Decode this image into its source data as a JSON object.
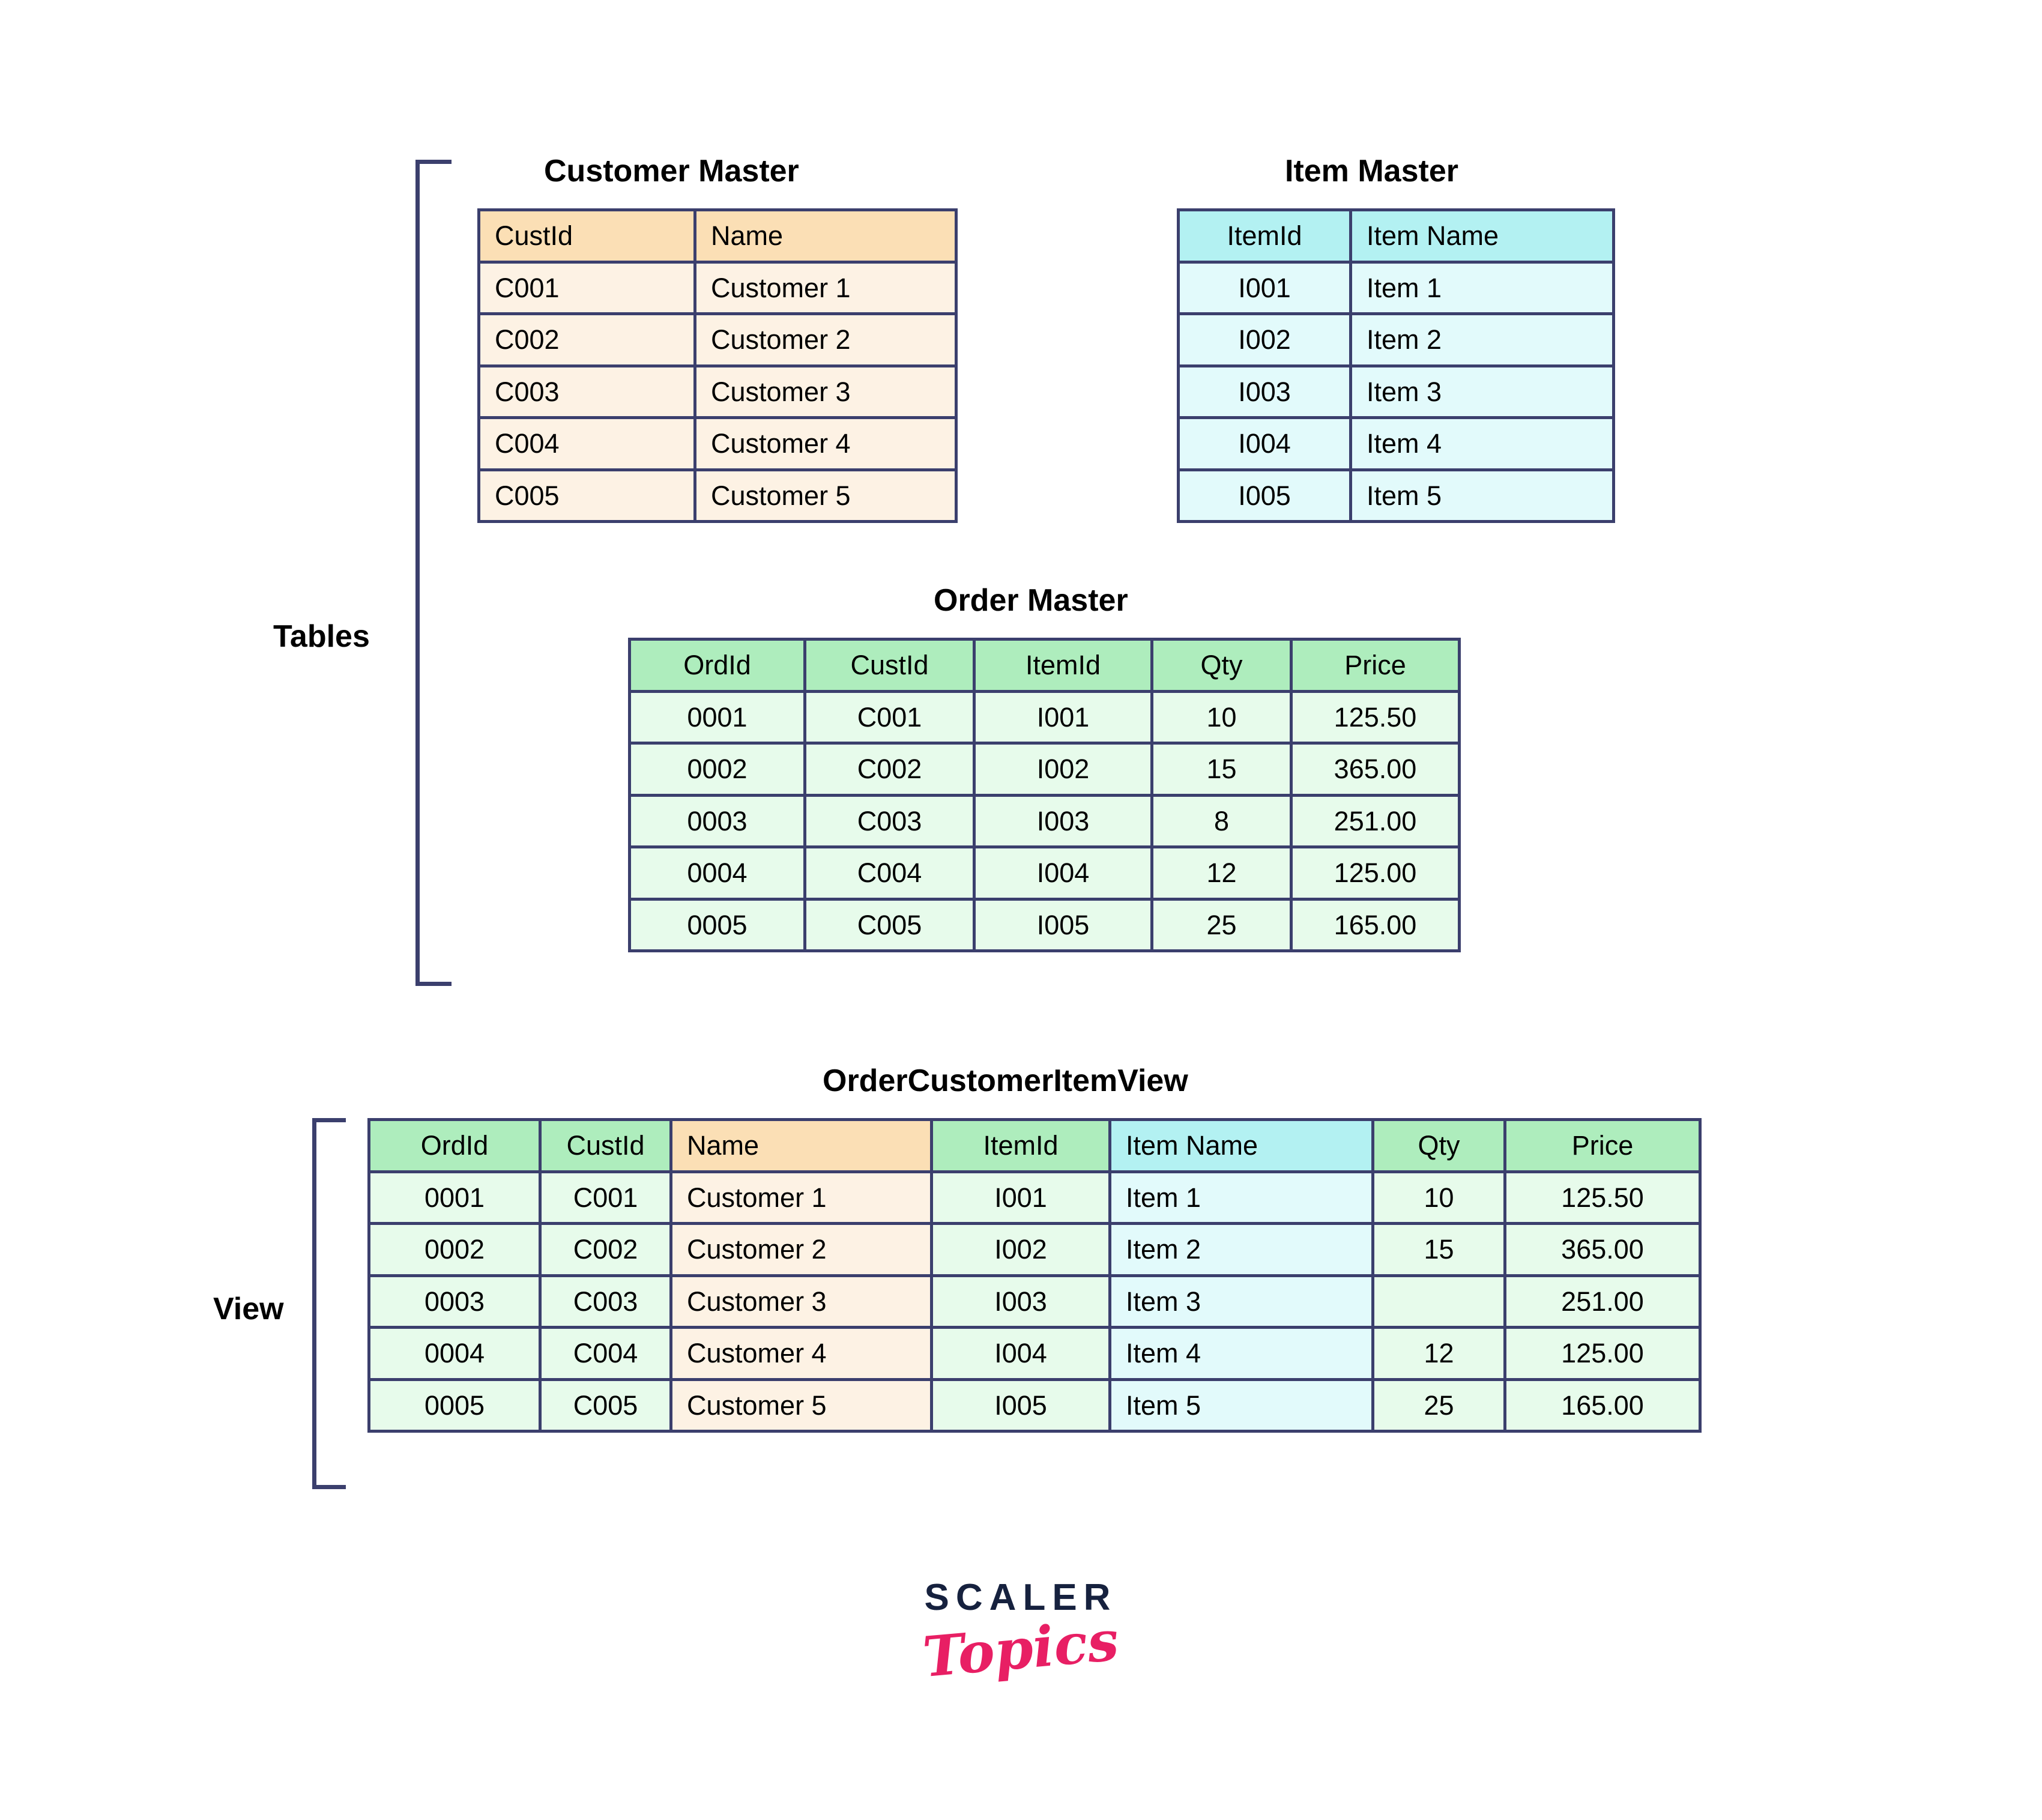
{
  "labels": {
    "tables": "Tables",
    "view": "View"
  },
  "customer_master": {
    "title": "Customer Master",
    "columns": [
      "CustId",
      "Name"
    ],
    "rows": [
      [
        "C001",
        "Customer 1"
      ],
      [
        "C002",
        "Customer 2"
      ],
      [
        "C003",
        "Customer 3"
      ],
      [
        "C004",
        "Customer 4"
      ],
      [
        "C005",
        "Customer 5"
      ]
    ]
  },
  "item_master": {
    "title": "Item Master",
    "columns": [
      "ItemId",
      "Item Name"
    ],
    "rows": [
      [
        "I001",
        "Item 1"
      ],
      [
        "I002",
        "Item 2"
      ],
      [
        "I003",
        "Item 3"
      ],
      [
        "I004",
        "Item 4"
      ],
      [
        "I005",
        "Item 5"
      ]
    ]
  },
  "order_master": {
    "title": "Order Master",
    "columns": [
      "OrdId",
      "CustId",
      "ItemId",
      "Qty",
      "Price"
    ],
    "rows": [
      [
        "0001",
        "C001",
        "I001",
        "10",
        "125.50"
      ],
      [
        "0002",
        "C002",
        "I002",
        "15",
        "365.00"
      ],
      [
        "0003",
        "C003",
        "I003",
        "8",
        "251.00"
      ],
      [
        "0004",
        "C004",
        "I004",
        "12",
        "125.00"
      ],
      [
        "0005",
        "C005",
        "I005",
        "25",
        "165.00"
      ]
    ]
  },
  "order_customer_item_view": {
    "title": "OrderCustomerItemView",
    "columns": [
      "OrdId",
      "CustId",
      "Name",
      "ItemId",
      "Item Name",
      "Qty",
      "Price"
    ],
    "rows": [
      [
        "0001",
        "C001",
        "Customer 1",
        "I001",
        "Item 1",
        "10",
        "125.50"
      ],
      [
        "0002",
        "C002",
        "Customer 2",
        "I002",
        "Item 2",
        "15",
        "365.00"
      ],
      [
        "0003",
        "C003",
        "Customer 3",
        "I003",
        "Item 3",
        "",
        "251.00"
      ],
      [
        "0004",
        "C004",
        "Customer 4",
        "I004",
        "Item 4",
        "12",
        "125.00"
      ],
      [
        "0005",
        "C005",
        "Customer 5",
        "I005",
        "Item 5",
        "25",
        "165.00"
      ]
    ]
  },
  "logo": {
    "brand": "SCALER",
    "sub": "Topics"
  },
  "colors": {
    "border": "#3b3f6d",
    "header_orange": "#fbdfb5",
    "body_orange": "#fdf2e4",
    "header_blue": "#b3f1f2",
    "body_blue": "#e2fafb",
    "header_green": "#aeedbd",
    "body_green": "#e7fbeb",
    "logo_brand": "#16213e",
    "logo_sub": "#e81f64"
  }
}
